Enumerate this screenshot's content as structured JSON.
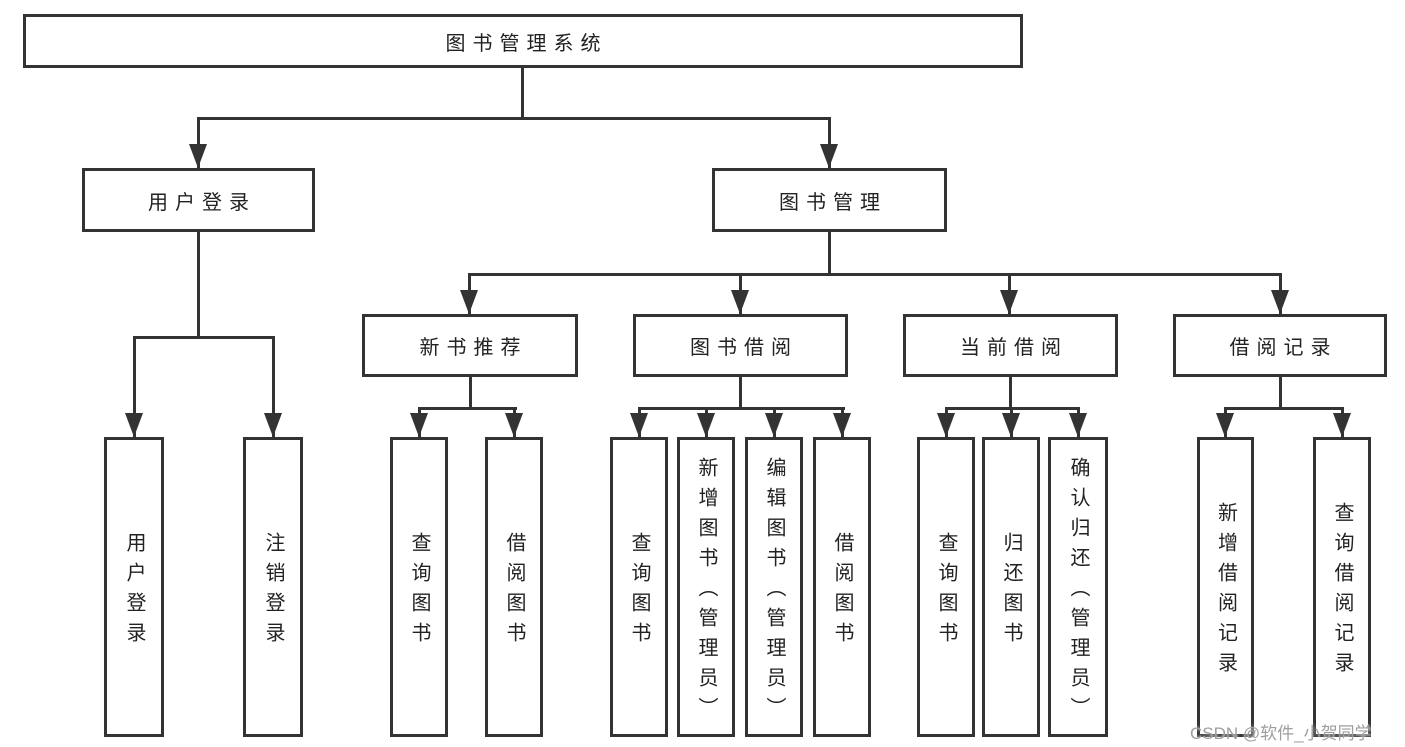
{
  "diagram": {
    "root_label": "图书管理系统",
    "level2": {
      "user_login": "用户登录",
      "book_mgmt": "图书管理"
    },
    "level3": {
      "new_books": "新书推荐",
      "borrowing": "图书借阅",
      "current": "当前借阅",
      "records": "借阅记录"
    },
    "leaves": {
      "user_login": [
        "用户登录",
        "注销登录"
      ],
      "new_books": [
        "查询图书",
        "借阅图书"
      ],
      "borrowing": [
        "查询图书",
        "新增图书（管理员）",
        "编辑图书（管理员）",
        "借阅图书"
      ],
      "current": [
        "查询图书",
        "归还图书",
        "确认归还（管理员）"
      ],
      "records": [
        "新增借阅记录",
        "查询借阅记录"
      ]
    },
    "watermark": "CSDN @软件_小贺同学",
    "colors": {
      "line": "#333333",
      "text": "#222222",
      "watermark": "#9e9e9e",
      "background": "#ffffff"
    }
  }
}
